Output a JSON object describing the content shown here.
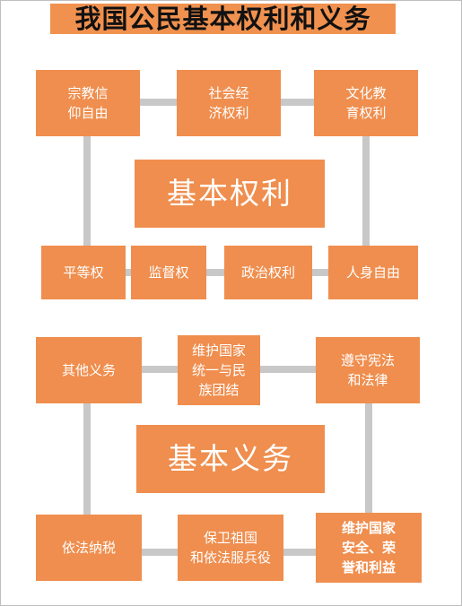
{
  "title": "我国公民基本权利和义务",
  "rights": {
    "center": "基本权利",
    "religious": "宗教信\n仰自由",
    "social_economic": "社会经\n济权利",
    "culture_education": "文化教\n育权利",
    "equality": "平等权",
    "supervision": "监督权",
    "political": "政治权利",
    "personal_freedom": "人身自由"
  },
  "duties": {
    "center": "基本义务",
    "other": "其他义务",
    "unity": "维护国家\n统一与民\n族团结",
    "constitution": "遵守宪法\n和法律",
    "tax": "依法纳税",
    "military": "保卫祖国\n和依法服兵役",
    "security": "维护国家\n安全、荣\n誉和利益"
  },
  "colors": {
    "box": "#ef8e4e",
    "line": "#c8c8c8",
    "title_bg": "#f0914f"
  }
}
